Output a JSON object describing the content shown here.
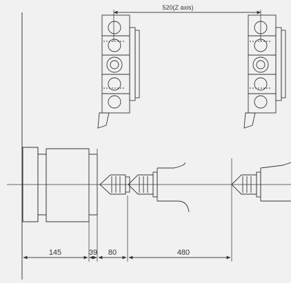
{
  "diagram": {
    "z_travel_label": "520(Z axis)",
    "dimensions": [
      "145",
      "39",
      "80",
      "480"
    ]
  },
  "colors": {
    "background": "#f1f1f1",
    "line": "#3a3a3a",
    "dim_line": "#444444"
  }
}
